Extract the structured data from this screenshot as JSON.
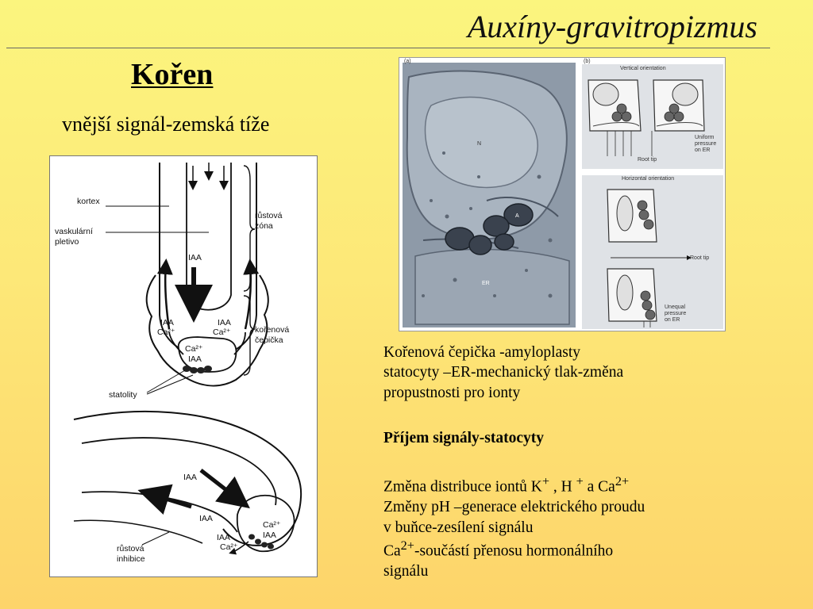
{
  "slide": {
    "title": "Auxíny-gravitropizmus",
    "subheading": "Kořen",
    "lead": "vnější signál-zemská tíže"
  },
  "root_diagram": {
    "kortex": "kortex",
    "vaskularni_1": "vaskulární",
    "vaskularni_2": "pletivo",
    "rustova_1": "růstová",
    "rustova_2": "zóna",
    "korenova_1": "kořenová",
    "korenova_2": "čepička",
    "iaa": "IAA",
    "ca": "Ca²⁺",
    "statolity": "statolity",
    "inhibice_1": "růstová",
    "inhibice_2": "inhibice"
  },
  "micro_figure": {
    "label_a": "(a)",
    "label_b": "(b)",
    "nucleus": "N",
    "amyloplast": "A",
    "er": "ER",
    "vertical_title": "Vertical orientation",
    "root_tip": "Root tip",
    "uniform_1": "Uniform",
    "uniform_2": "pressure",
    "uniform_3": "on ER",
    "horizontal_title": "Horizontal orientation",
    "root_tip_h": "Root tip",
    "unequal_1": "Unequal",
    "unequal_2": "pressure",
    "unequal_3": "on ER"
  },
  "text": {
    "p1_line1": "Kořenová čepička -amyloplasty",
    "p1_line2": "statocyty –ER-mechanický tlak-změna",
    "p1_line3": "propustnosti pro ionty",
    "p2": "Příjem signály-statocyty",
    "p3_l1_a": "Změna distribuce iontů K",
    "p3_l1_plus1": "+",
    "p3_l1_b": " , H ",
    "p3_l1_plus2": "+",
    "p3_l1_c": " a  Ca",
    "p3_l1_sup": "2+",
    "p3_l2": "Změny pH –generace elektrického proudu",
    "p3_l3": "v buňce-zesílení signálu",
    "p3_l4_a": "Ca",
    "p3_l4_sup": "2+",
    "p3_l4_b": "-součástí přenosu hormonálního",
    "p3_l5": "signálu"
  }
}
